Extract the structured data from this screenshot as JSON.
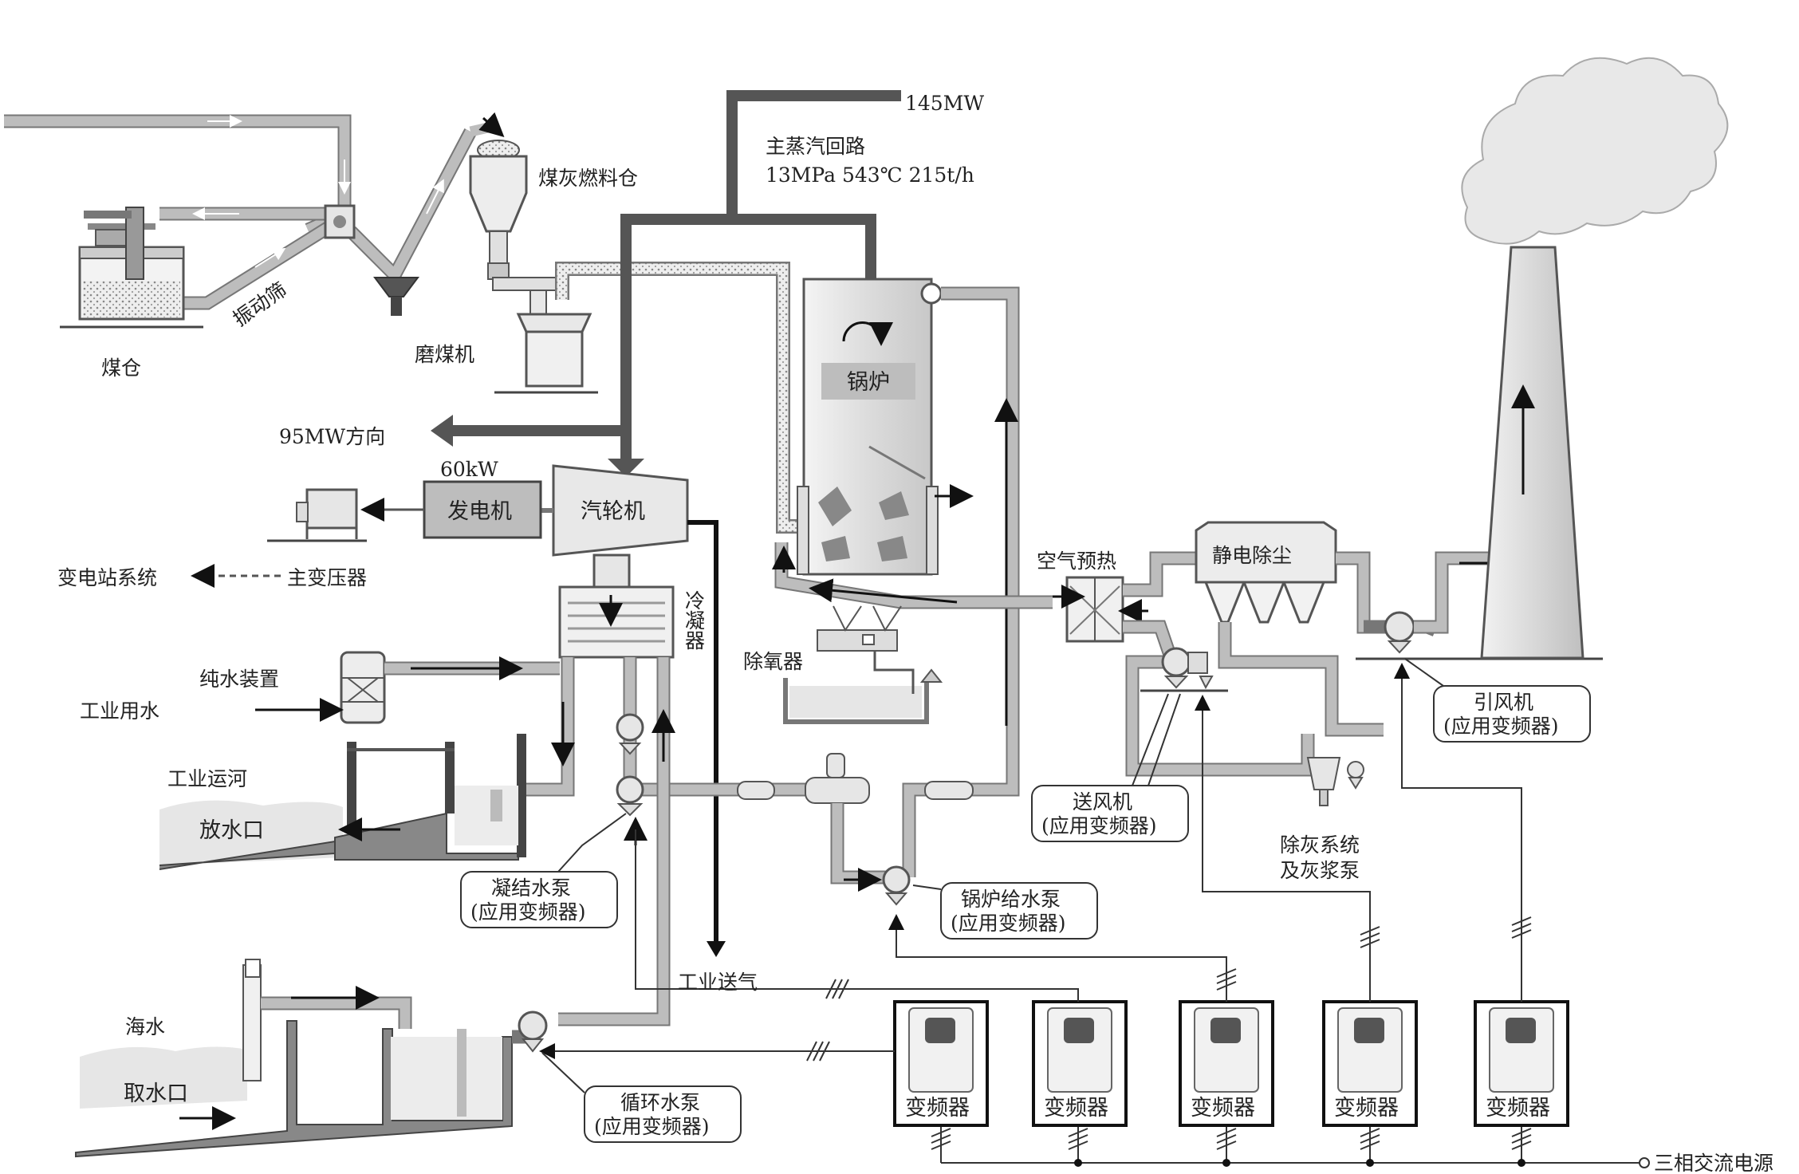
{
  "colors": {
    "pipe": "#bdbdbd",
    "pipe_outline": "#777777",
    "steam_pipe": "#555555",
    "equipment": "#e6e6e6",
    "dark_equipment": "#bdbdbd",
    "text": "#222222"
  },
  "labels": {
    "power_145": "145MW",
    "main_steam_title": "主蒸汽回路",
    "main_steam_params": "13MPa  543℃  215t/h",
    "coal_ash_fuel_bin": "煤灰燃料仓",
    "coal_bunker": "煤仓",
    "vibrating_screen": "振动筛",
    "coal_mill": "磨煤机",
    "boiler": "锅炉",
    "direction_95": "95MW方向",
    "power_60kw": "60kW",
    "generator": "发电机",
    "turbine": "汽轮机",
    "substation_system": "变电站系统",
    "main_transformer": "主变压器",
    "condenser": "冷凝器",
    "deaerator": "除氧器",
    "air_preheater": "空气预热",
    "electrostatic_precipitator": "静电除尘",
    "pure_water_device": "纯水装置",
    "industrial_water": "工业用水",
    "industrial_canal": "工业运河",
    "outfall": "放水口",
    "condensate_pump": "凝结水泵",
    "boiler_feed_pump": "锅炉给水泵",
    "forced_draft_fan": "送风机",
    "induced_draft_fan": "引风机",
    "applies_vfd": "(应用变频器)",
    "ash_removal_line1": "除灰系统",
    "ash_removal_line2": "及灰浆泵",
    "industrial_steam": "工业送气",
    "seawater": "海水",
    "water_intake": "取水口",
    "circulating_pump": "循环水泵",
    "vfd": "变频器",
    "three_phase_ac": "三相交流电源"
  },
  "icons": [
    "smoke-icon",
    "chimney-icon",
    "pump-icon",
    "fan-icon",
    "vfd-drive-icon",
    "terminal-circle-icon"
  ]
}
